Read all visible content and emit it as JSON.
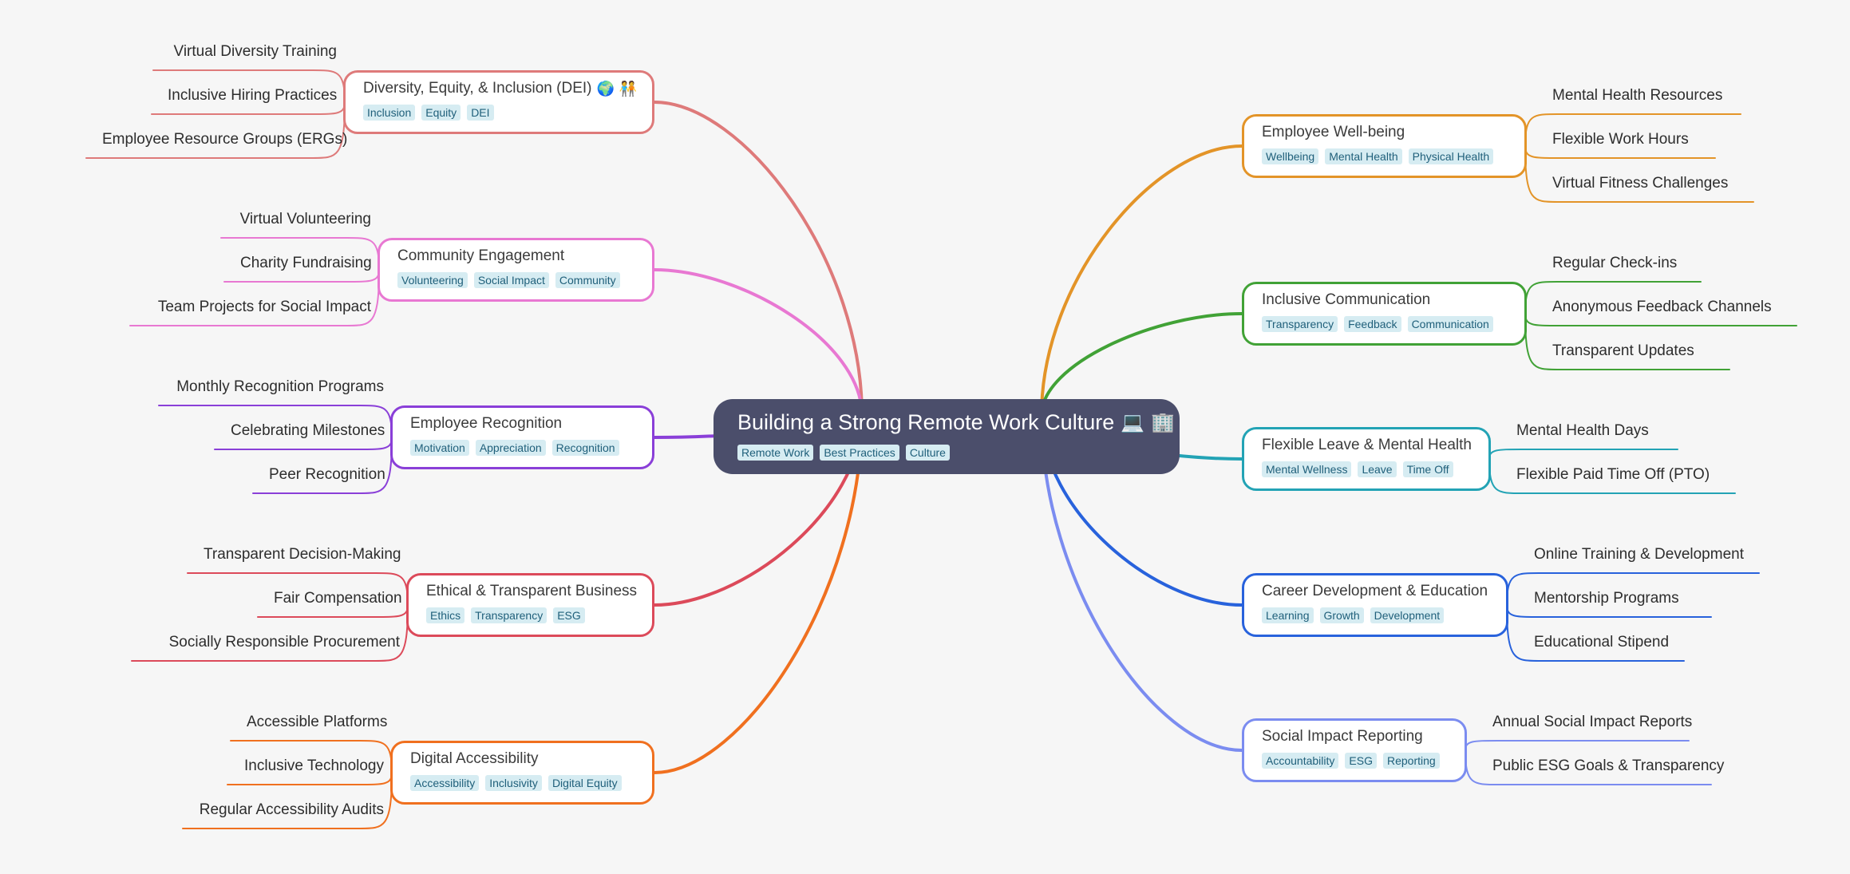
{
  "root": {
    "title": "Building a Strong Remote Work Culture",
    "icons": [
      "laptop-icon",
      "office-building-icon"
    ],
    "tags": [
      "Remote Work",
      "Best Practices",
      "Culture"
    ]
  },
  "branches": [
    {
      "id": "dei",
      "side": "left",
      "title": "Diversity, Equity, & Inclusion (DEI)",
      "icons": [
        "globe-icon",
        "people-holding-hands-icon"
      ],
      "color": "#de7a7a",
      "tags": [
        "Inclusion",
        "Equity",
        "DEI"
      ],
      "leaves": [
        "Virtual Diversity Training",
        "Inclusive Hiring Practices",
        "Employee Resource Groups (ERGs)"
      ]
    },
    {
      "id": "community",
      "side": "left",
      "title": "Community Engagement",
      "icons": [],
      "color": "#e878d2",
      "tags": [
        "Volunteering",
        "Social Impact",
        "Community"
      ],
      "leaves": [
        "Virtual Volunteering",
        "Charity Fundraising",
        "Team Projects for Social Impact"
      ]
    },
    {
      "id": "recognition",
      "side": "left",
      "title": "Employee Recognition",
      "icons": [],
      "color": "#8a3fd8",
      "tags": [
        "Motivation",
        "Appreciation",
        "Recognition"
      ],
      "leaves": [
        "Monthly Recognition Programs",
        "Celebrating Milestones",
        "Peer Recognition"
      ]
    },
    {
      "id": "ethical",
      "side": "left",
      "title": "Ethical & Transparent Business",
      "icons": [],
      "color": "#dc4a5a",
      "tags": [
        "Ethics",
        "Transparency",
        "ESG"
      ],
      "leaves": [
        "Transparent Decision-Making",
        "Fair Compensation",
        "Socially Responsible Procurement"
      ]
    },
    {
      "id": "accessibility",
      "side": "left",
      "title": "Digital Accessibility",
      "icons": [],
      "color": "#f0701f",
      "tags": [
        "Accessibility",
        "Inclusivity",
        "Digital Equity"
      ],
      "leaves": [
        "Accessible Platforms",
        "Inclusive Technology",
        "Regular Accessibility Audits"
      ]
    },
    {
      "id": "wellbeing",
      "side": "right",
      "title": "Employee Well-being",
      "icons": [],
      "color": "#e39428",
      "tags": [
        "Wellbeing",
        "Mental Health",
        "Physical Health"
      ],
      "leaves": [
        "Mental Health Resources",
        "Flexible Work Hours",
        "Virtual Fitness Challenges"
      ]
    },
    {
      "id": "communication",
      "side": "right",
      "title": "Inclusive Communication",
      "icons": [],
      "color": "#41a236",
      "tags": [
        "Transparency",
        "Feedback",
        "Communication"
      ],
      "leaves": [
        "Regular Check-ins",
        "Anonymous Feedback Channels",
        "Transparent Updates"
      ]
    },
    {
      "id": "leave",
      "side": "right",
      "title": "Flexible Leave & Mental Health",
      "icons": [],
      "color": "#23a3b5",
      "tags": [
        "Mental Wellness",
        "Leave",
        "Time Off"
      ],
      "leaves": [
        "Mental Health Days",
        "Flexible Paid Time Off (PTO)"
      ]
    },
    {
      "id": "career",
      "side": "right",
      "title": "Career Development & Education",
      "icons": [],
      "color": "#2862dc",
      "tags": [
        "Learning",
        "Growth",
        "Development"
      ],
      "leaves": [
        "Online Training & Development",
        "Mentorship Programs",
        "Educational Stipend"
      ]
    },
    {
      "id": "impact",
      "side": "right",
      "title": "Social Impact Reporting",
      "icons": [],
      "color": "#7b8cf0",
      "tags": [
        "Accountability",
        "ESG",
        "Reporting"
      ],
      "leaves": [
        "Annual Social Impact Reports",
        "Public ESG Goals & Transparency"
      ]
    }
  ]
}
